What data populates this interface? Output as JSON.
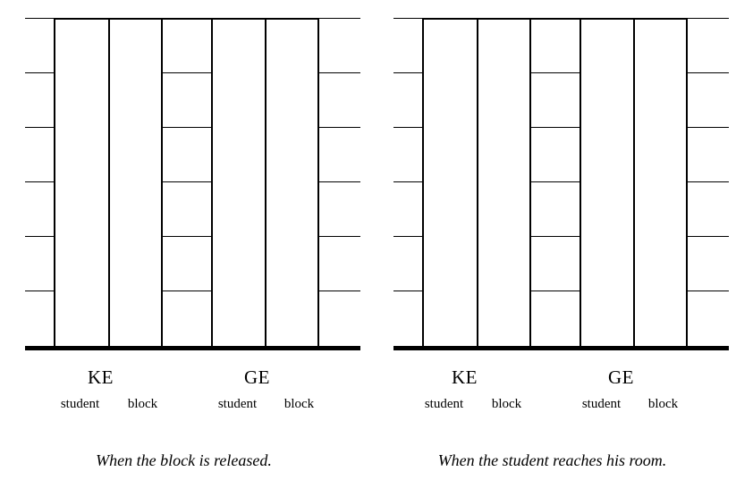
{
  "figure": {
    "type": "energy-bar-chart-pair",
    "background": "#ffffff",
    "ink_color": "#000000"
  },
  "panels": [
    {
      "id": "left",
      "caption": "When the block is released.",
      "groups": [
        {
          "name": "KE",
          "label": "KE",
          "bars": [
            {
              "label": "student",
              "value": 6,
              "segments": 1
            },
            {
              "label": "block",
              "value": 6,
              "segments": 1
            }
          ]
        },
        {
          "name": "GE",
          "label": "GE",
          "bars": [
            {
              "label": "student",
              "value": 6,
              "segments": 6
            },
            {
              "label": "block",
              "value": 6,
              "segments": 1
            }
          ]
        }
      ],
      "extra_bars": [
        {
          "label": "",
          "value": 6,
          "segments": 1
        }
      ]
    },
    {
      "id": "right",
      "caption": "When the student reaches his room.",
      "groups": [
        {
          "name": "KE",
          "label": "KE",
          "bars": [
            {
              "label": "student",
              "value": 6,
              "segments": 1
            },
            {
              "label": "block",
              "value": 6,
              "segments": 1
            }
          ]
        },
        {
          "name": "GE",
          "label": "GE",
          "bars": [
            {
              "label": "student",
              "value": 6,
              "segments": 6
            },
            {
              "label": "block",
              "value": 6,
              "segments": 1
            }
          ]
        }
      ],
      "extra_bars": [
        {
          "label": "",
          "value": 6,
          "segments": 1
        }
      ]
    }
  ],
  "chart_data": {
    "type": "bar",
    "title": "",
    "xlabel": "",
    "ylabel": "",
    "ylim": [
      0,
      6
    ],
    "grid": true,
    "gridlines": [
      1,
      2,
      3,
      4,
      5,
      6
    ],
    "panels": [
      {
        "subtitle": "When the block is released.",
        "categories": [
          "KE student",
          "KE block",
          "GE student",
          "GE block"
        ],
        "values": [
          6,
          6,
          6,
          6
        ],
        "segmented": [
          false,
          false,
          true,
          false
        ],
        "segment_counts": [
          1,
          1,
          6,
          1
        ]
      },
      {
        "subtitle": "When the student reaches his room.",
        "categories": [
          "KE student",
          "KE block",
          "GE student",
          "GE block"
        ],
        "values": [
          6,
          6,
          6,
          6
        ],
        "segmented": [
          false,
          false,
          true,
          false
        ],
        "segment_counts": [
          1,
          1,
          6,
          1
        ]
      }
    ]
  },
  "labels": {
    "ke": "KE",
    "ge": "GE",
    "student": "student",
    "block": "block"
  },
  "captions": {
    "left": "When the block is released.",
    "right": "When the student reaches his room."
  }
}
